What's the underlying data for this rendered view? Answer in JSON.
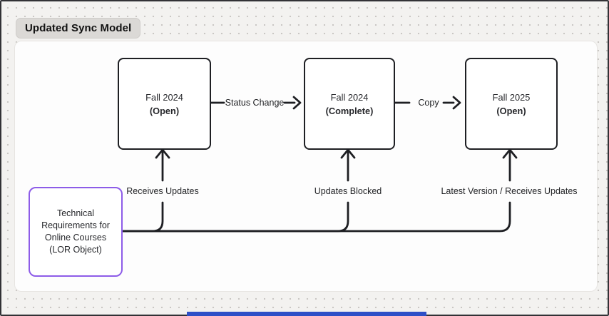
{
  "title": "Updated Sync Model",
  "nodes": [
    {
      "name": "Fall 2024",
      "state": "(Open)"
    },
    {
      "name": "Fall 2024",
      "state": "(Complete)"
    },
    {
      "name": "Fall 2025",
      "state": "(Open)"
    }
  ],
  "source": {
    "label": "Technical Requirements for Online Courses (LOR Object)"
  },
  "edges": {
    "status_change": "Status Change",
    "copy": "Copy",
    "receives_updates": "Receives Updates",
    "updates_blocked": "Updates Blocked",
    "latest_version": "Latest Version / Receives Updates"
  },
  "colors": {
    "stroke": "#1e1f23",
    "accent_purple": "#8d5ce8",
    "bottom_bar": "#2d4fc7",
    "canvas": "#fdfdfd",
    "background": "#f3f2f0"
  }
}
